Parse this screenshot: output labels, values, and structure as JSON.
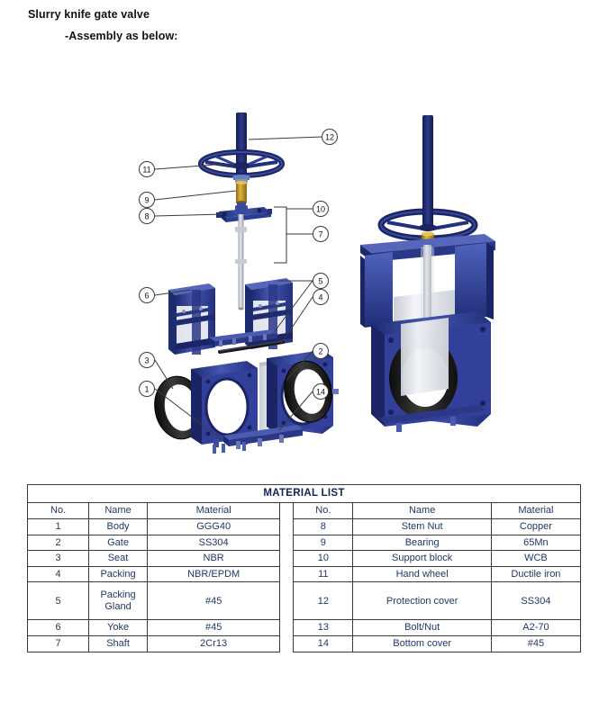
{
  "heading": {
    "line1": "Slurry knife gate valve",
    "line2": "-Assembly as below:"
  },
  "diagram": {
    "name": "slurry-knife-gate-valve-exploded-assembly",
    "callouts": [
      {
        "id": "1",
        "label": "1"
      },
      {
        "id": "2",
        "label": "2"
      },
      {
        "id": "3",
        "label": "3"
      },
      {
        "id": "4",
        "label": "4"
      },
      {
        "id": "5",
        "label": "5"
      },
      {
        "id": "6",
        "label": "6"
      },
      {
        "id": "7",
        "label": "7"
      },
      {
        "id": "8",
        "label": "8"
      },
      {
        "id": "9",
        "label": "9"
      },
      {
        "id": "10",
        "label": "10"
      },
      {
        "id": "11",
        "label": "11"
      },
      {
        "id": "12",
        "label": "12"
      },
      {
        "id": "14",
        "label": "14"
      }
    ],
    "colors": {
      "body_blue": "#2f3f8f",
      "yoke_blue": "#3c4fa5",
      "dark_navy": "#1b2560",
      "light_blue": "#6d7fc4",
      "seat_black": "#1a1a1a",
      "gate_silver": "#e8eaee",
      "brass": "#c8a02a",
      "callout_outline": "#3a3a3a"
    }
  },
  "table": {
    "title": "MATERIAL   LIST",
    "headers_left": [
      "No.",
      "Name",
      "Material"
    ],
    "headers_right": [
      "No.",
      "Name",
      "Material"
    ],
    "rows_left": [
      {
        "no": "1",
        "name": "Body",
        "material": "GGG40"
      },
      {
        "no": "2",
        "name": "Gate",
        "material": "SS304"
      },
      {
        "no": "3",
        "name": "Seat",
        "material": "NBR"
      },
      {
        "no": "4",
        "name": "Packing",
        "material": "NBR/EPDM"
      },
      {
        "no": "5",
        "name": "Packing Gland",
        "material": "#45"
      },
      {
        "no": "6",
        "name": "Yoke",
        "material": "#45"
      },
      {
        "no": "7",
        "name": "Shaft",
        "material": "2Cr13"
      }
    ],
    "rows_right": [
      {
        "no": "8",
        "name": "Stem Nut",
        "material": "Copper"
      },
      {
        "no": "9",
        "name": "Bearing",
        "material": "65Mn"
      },
      {
        "no": "10",
        "name": "Support block",
        "material": "WCB"
      },
      {
        "no": "11",
        "name": "Hand wheel",
        "material": "Ductile iron"
      },
      {
        "no": "12",
        "name": "Protection cover",
        "material": "SS304"
      },
      {
        "no": "13",
        "name": "Bolt/Nut",
        "material": "A2-70"
      },
      {
        "no": "14",
        "name": "Bottom cover",
        "material": "#45"
      }
    ]
  }
}
